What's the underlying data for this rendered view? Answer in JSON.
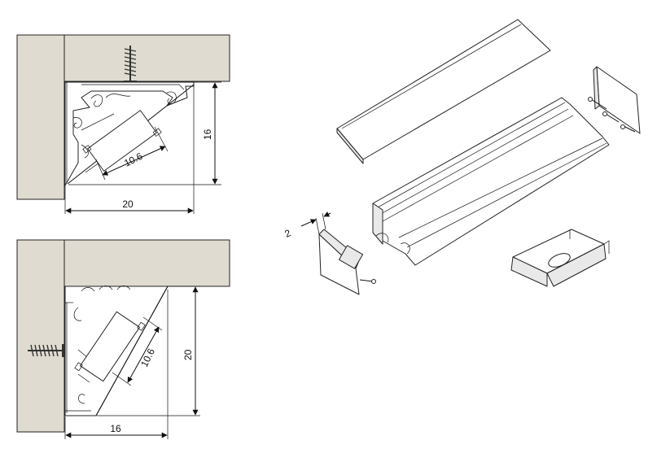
{
  "colors": {
    "wall": "#e0dbd0",
    "ink": "#111111"
  },
  "top_view": {
    "width_label": "20",
    "height_label": "16",
    "led_width_label": "10.6"
  },
  "bottom_view": {
    "width_label": "16",
    "height_label": "20",
    "led_width_label": "10.6"
  },
  "exploded_view": {
    "endcap_thickness_label": "2"
  }
}
